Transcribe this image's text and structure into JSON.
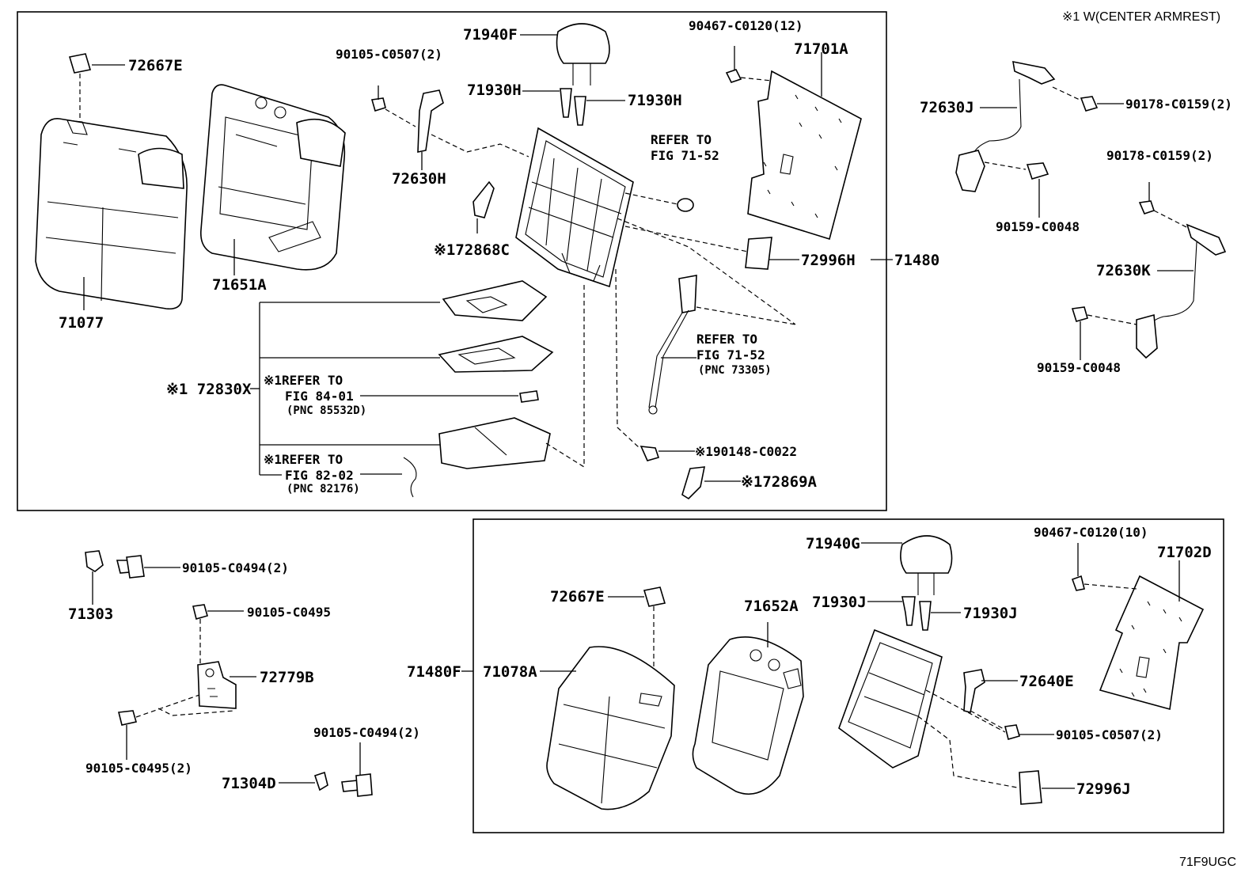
{
  "diagram": {
    "top_note": "※1 W(CENTER ARMREST)",
    "figure_code": "71F9UGC",
    "upper_group": {
      "assembly": "71480",
      "labels": {
        "p72667E": "72667E",
        "p71077": "71077",
        "p71651A": "71651A",
        "p90105_C0507": "90105-C0507(2)",
        "p72630H": "72630H",
        "p71940F": "71940F",
        "p71930H_a": "71930H",
        "p71930H_b": "71930H",
        "p90467_C0120_12": "90467-C0120(12)",
        "p71701A": "71701A",
        "p72868C": "※172868C",
        "p72996H": "72996H",
        "p72830X": "※1 72830X",
        "p90148_C0022": "※190148-C0022",
        "p72869A": "※172869A"
      },
      "refs": {
        "r1_line1": "REFER TO",
        "r1_line2": "FIG 71-52",
        "r2_line1": "REFER TO",
        "r2_line2": "FIG 71-52",
        "r2_line3": "(PNC 73305)",
        "r3_line1": "※1REFER TO",
        "r3_line2": "FIG 84-01",
        "r3_line3": "(PNC 85532D)",
        "r4_line1": "※1REFER TO",
        "r4_line2": "FIG 82-02",
        "r4_line3": "(PNC 82176)"
      }
    },
    "right_group": {
      "p72630J": "72630J",
      "p90178_C0159_a": "90178-C0159(2)",
      "p90159_C0048_a": "90159-C0048",
      "p90178_C0159_b": "90178-C0159(2)",
      "p72630K": "72630K",
      "p90159_C0048_b": "90159-C0048"
    },
    "lower_left_group": {
      "p90105_C0494_a": "90105-C0494(2)",
      "p71303": "71303",
      "p90105_C0495": "90105-C0495",
      "p72779B": "72779B",
      "p90105_C0495_2": "90105-C0495(2)",
      "p90105_C0494_b": "90105-C0494(2)",
      "p71304D": "71304D"
    },
    "lower_group": {
      "assembly": "71480F",
      "p71940G": "71940G",
      "p90467_C0120_10": "90467-C0120(10)",
      "p71702D": "71702D",
      "p72667E": "72667E",
      "p71652A": "71652A",
      "p71930J_a": "71930J",
      "p71930J_b": "71930J",
      "p71078A": "71078A",
      "p72640E": "72640E",
      "p90105_C0507": "90105-C0507(2)",
      "p72996J": "72996J"
    }
  }
}
